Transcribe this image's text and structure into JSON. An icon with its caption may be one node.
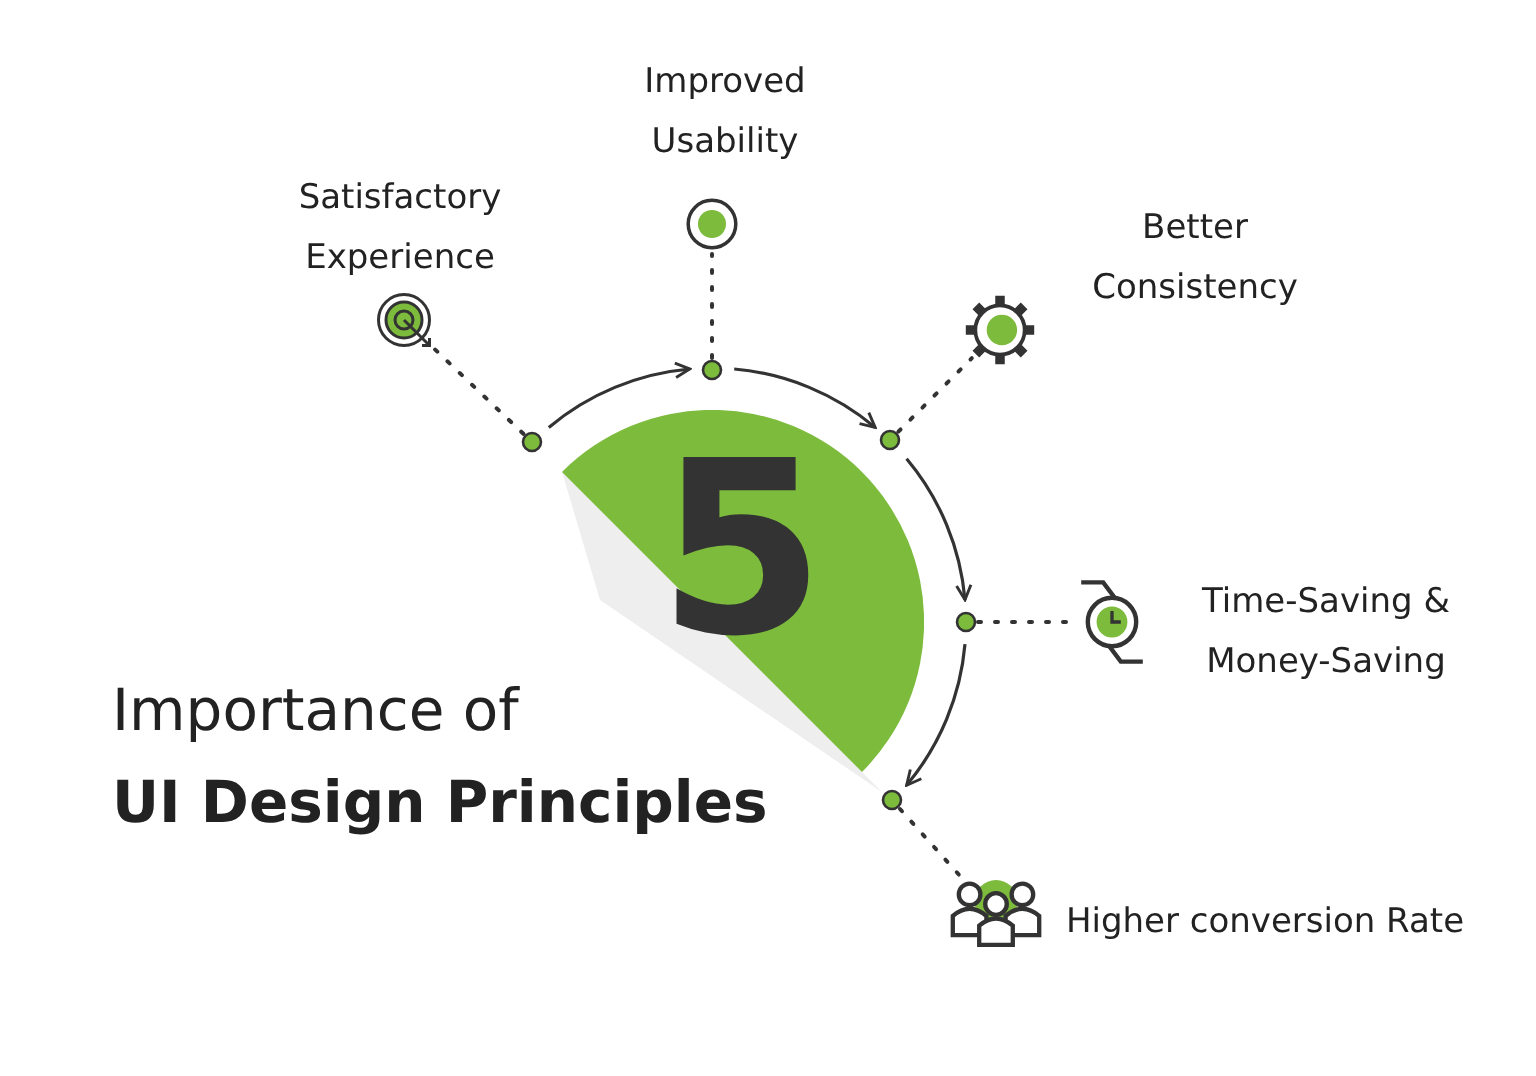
{
  "diagram": {
    "title": "Importance of **UI Design Principles**",
    "nodes": [
      {
        "text": [
          "5"
        ]
      },
      {
        "text": [],
        "shape": "circle"
      },
      {
        "text": [],
        "shape": "circle"
      },
      {
        "text": [],
        "shape": "circle"
      },
      {
        "text": [],
        "shape": "circle"
      },
      {
        "text": [],
        "shape": "circle"
      },
      {
        "text": [],
        "shape": "picture",
        "beside": [
          "Satisfactory Experience"
        ]
      },
      {
        "text": [],
        "shape": "picture",
        "beside": [
          "Improved Usability"
        ]
      },
      {
        "text": [],
        "shape": "picture",
        "beside": [
          "Better Consistency"
        ]
      },
      {
        "text": [],
        "shape": "picture",
        "beside": [
          "Time-Saving & Money-Saving"
        ]
      },
      {
        "text": [],
        "shape": "picture",
        "beside": [
          "Higher conversion Rate"
        ]
      }
    ],
    "edges": [
      {
        "from": 1,
        "to": 2,
        "arrow": "to"
      },
      {
        "from": 2,
        "to": 3,
        "arrow": "to"
      },
      {
        "from": 3,
        "to": 4,
        "arrow": "to"
      },
      {
        "from": 4,
        "to": 5,
        "arrow": "to"
      },
      {
        "from": 1,
        "to": 6,
        "arrow": "none",
        "style": "dashed"
      },
      {
        "from": 2,
        "to": 7,
        "arrow": "none",
        "style": "dashed"
      },
      {
        "from": 3,
        "to": 8,
        "arrow": "none",
        "style": "dashed"
      },
      {
        "from": 4,
        "to": 9,
        "arrow": "none",
        "style": "dashed"
      },
      {
        "from": 5,
        "to": 10,
        "arrow": "none",
        "style": "dashed"
      }
    ]
  }
}
